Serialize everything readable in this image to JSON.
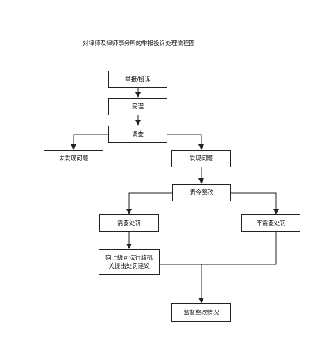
{
  "title": "对律师及律师事务所的举报投诉处理流程图",
  "nodes": {
    "report": "举报/投诉",
    "accept": "受理",
    "investigate": "调查",
    "no_issue": "未发现问题",
    "issue_found": "发现问题",
    "rectify_order": "责令整改",
    "need_penalty": "需要处罚",
    "no_penalty": "不需要处罚",
    "propose_penalty": "向上级司法行政机\n关提出处罚建议",
    "supervise": "监督整改情况"
  }
}
